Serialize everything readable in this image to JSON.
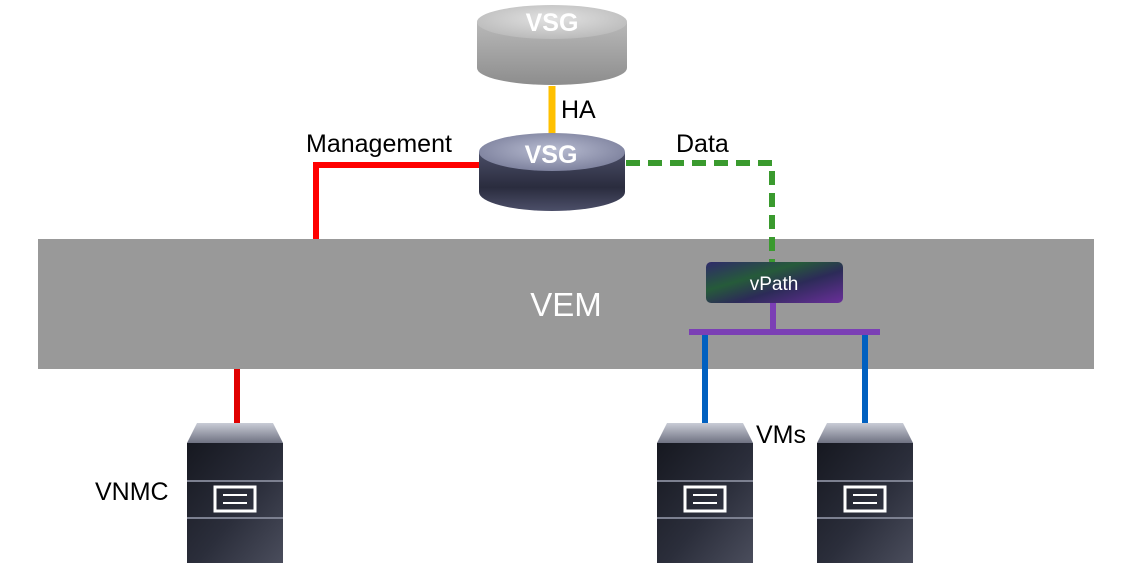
{
  "diagram": {
    "vsg_standby": {
      "label": "VSG"
    },
    "vsg_active": {
      "label": "VSG"
    },
    "vem": {
      "label": "VEM"
    },
    "vpath": {
      "label": "vPath"
    },
    "links": {
      "ha": {
        "label": "HA",
        "color": "#FFC000"
      },
      "management": {
        "label": "Management",
        "color": "#FF0000"
      },
      "data": {
        "label": "Data",
        "color": "#3A9A2E"
      },
      "vpath_bus": {
        "color": "#7B3FB5"
      },
      "vm_link": {
        "color": "#0060C0"
      },
      "vnmc_link": {
        "color": "#E00000"
      }
    },
    "servers": {
      "vnmc": {
        "label": "VNMC"
      },
      "vms": {
        "label": "VMs"
      }
    }
  }
}
